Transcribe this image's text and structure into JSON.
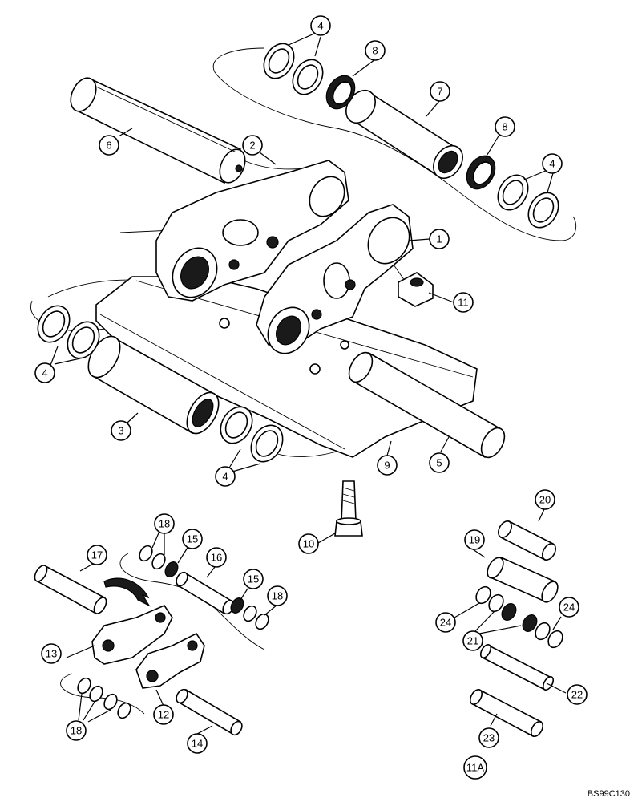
{
  "diagram_code": "BS99C130",
  "callouts": [
    {
      "id": "c4a",
      "label": "4"
    },
    {
      "id": "c8a",
      "label": "8"
    },
    {
      "id": "c7",
      "label": "7"
    },
    {
      "id": "c6",
      "label": "6"
    },
    {
      "id": "c2",
      "label": "2"
    },
    {
      "id": "c8b",
      "label": "8"
    },
    {
      "id": "c4b",
      "label": "4"
    },
    {
      "id": "c1",
      "label": "1"
    },
    {
      "id": "c11",
      "label": "11"
    },
    {
      "id": "c4c",
      "label": "4"
    },
    {
      "id": "c3",
      "label": "3"
    },
    {
      "id": "c4d",
      "label": "4"
    },
    {
      "id": "c9",
      "label": "9"
    },
    {
      "id": "c5",
      "label": "5"
    },
    {
      "id": "c10",
      "label": "10"
    },
    {
      "id": "c20",
      "label": "20"
    },
    {
      "id": "c19",
      "label": "19"
    },
    {
      "id": "c18a",
      "label": "18"
    },
    {
      "id": "c15a",
      "label": "15"
    },
    {
      "id": "c17",
      "label": "17"
    },
    {
      "id": "c16",
      "label": "16"
    },
    {
      "id": "c15b",
      "label": "15"
    },
    {
      "id": "c18b",
      "label": "18"
    },
    {
      "id": "c24a",
      "label": "24"
    },
    {
      "id": "c24b",
      "label": "24"
    },
    {
      "id": "c21",
      "label": "21"
    },
    {
      "id": "c13",
      "label": "13"
    },
    {
      "id": "c22",
      "label": "22"
    },
    {
      "id": "c12",
      "label": "12"
    },
    {
      "id": "c18c",
      "label": "18"
    },
    {
      "id": "c14",
      "label": "14"
    },
    {
      "id": "c23",
      "label": "23"
    },
    {
      "id": "c11A",
      "label": "11A"
    }
  ]
}
